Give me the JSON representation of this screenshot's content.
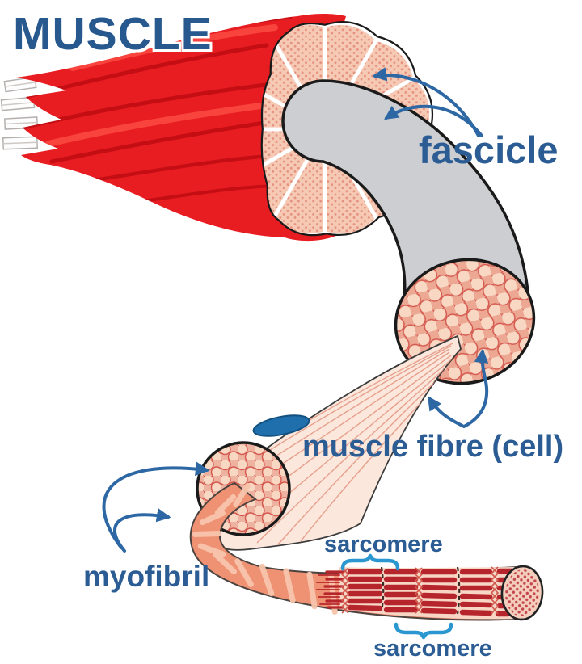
{
  "title": {
    "text": "MUSCLE"
  },
  "labels": {
    "fascicle": "fascicle",
    "muscle_fibre": "muscle fibre (cell)",
    "myofibril": "myofibril",
    "sarcomere_top": "sarcomere",
    "sarcomere_bottom": "sarcomere"
  },
  "colors": {
    "title-blue": "#27588e",
    "label-blue": "#2b5c94",
    "arrow-blue": "#2e68a4",
    "brace-blue": "#2a97d0",
    "muscle-red": "#e81d22",
    "muscle-red-dark": "#c00d12",
    "muscle-highlight": "#fb4a42",
    "fascicle-pink": "#f6c9b5",
    "stipple-dot": "#e4927e",
    "tube-gray": "#cdced1",
    "cell-fill": "#f8d7c3",
    "cell-stroke": "#d4584e",
    "fibre-pale": "#fbe7dc",
    "myofibril-salmon": "#ef9173",
    "myofibril-band": "#f8c5ac",
    "sarcomere-rod": "#b6242c",
    "sarcomere-bg": "#f7d6c6",
    "nucleus-blue": "#1f6fad",
    "outline-black": "#1a1a1a"
  }
}
